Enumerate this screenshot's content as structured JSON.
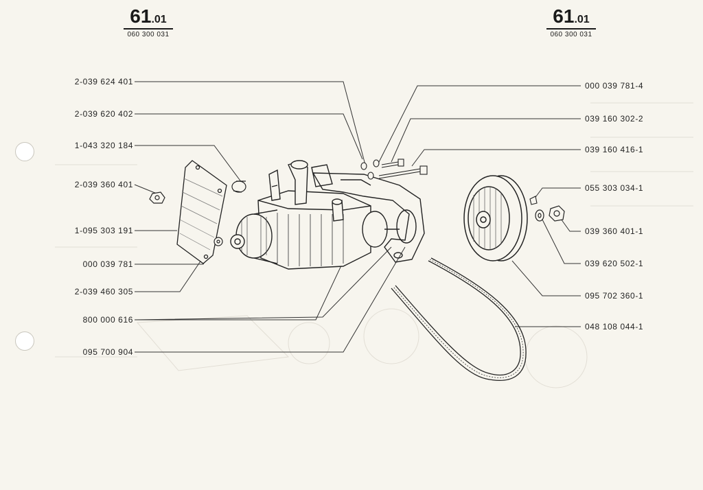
{
  "header_left": {
    "page_number": "61",
    "page_suffix": ".01",
    "reference": "060 300 031"
  },
  "header_right": {
    "page_number": "61",
    "page_suffix": ".01",
    "reference": "060 300 031"
  },
  "labels_left": [
    "2-039 624 401",
    "2-039 620 402",
    "1-043 320 184",
    "2-039 360 401",
    "1-095 303 191",
    "000 039 781",
    "2-039 460 305",
    "800 000 616",
    "095 700 904"
  ],
  "labels_right": [
    "000 039 781-4",
    "039 160 302-2",
    "039 160 416-1",
    "055 303 034-1",
    "039 360 401-1",
    "039 620 502-1",
    "095 702 360-1",
    "048 108 044-1"
  ]
}
